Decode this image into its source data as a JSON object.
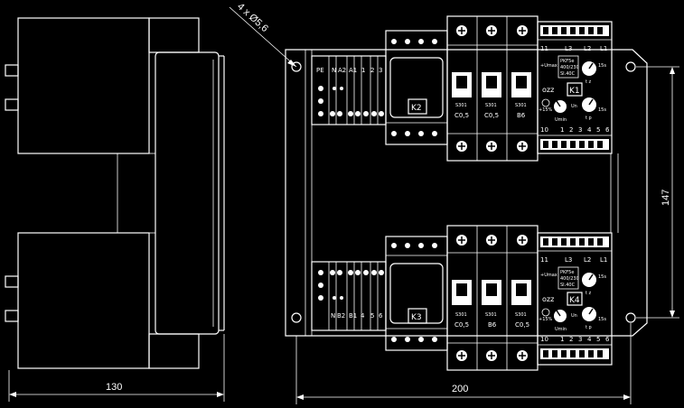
{
  "dimensions": {
    "depth": "130",
    "width": "200",
    "height": "147",
    "holes": "4 x Ø5,6"
  },
  "terminal_strip": {
    "top_labels": [
      "PE",
      "N",
      "A2",
      "A1",
      "1",
      "2",
      "3"
    ],
    "bottom_labels": [
      "N",
      "B2",
      "B1",
      "4",
      "5",
      "6"
    ]
  },
  "contactors": {
    "upper": "K2",
    "lower": "K3"
  },
  "breakers": {
    "upper": [
      {
        "model": "S301",
        "rating": "C0,5"
      },
      {
        "model": "S301",
        "rating": "C0,5"
      },
      {
        "model": "S301",
        "rating": "B6"
      }
    ],
    "lower": [
      {
        "model": "S301",
        "rating": "C0,5"
      },
      {
        "model": "S301",
        "rating": "B6"
      },
      {
        "model": "S301",
        "rating": "C0,5"
      }
    ]
  },
  "relays": {
    "upper": {
      "top_terminals": [
        "11",
        "L3",
        "L2",
        "L1"
      ],
      "model": "PKF5e",
      "voltage": "400/230",
      "sub": "SI.40C",
      "id": "K1",
      "umax": "+Umax",
      "umin": "Umin",
      "un": "Un",
      "tz": "t z",
      "tp": "t p",
      "pct": "+15%",
      "sec": "15s",
      "bottom_terminals": [
        "10",
        "1",
        "2",
        "3",
        "4",
        "5",
        "6"
      ]
    },
    "lower": {
      "top_terminals": [
        "11",
        "L3",
        "L2",
        "L1"
      ],
      "model": "PKF5e",
      "voltage": "400/230",
      "sub": "SI.40C",
      "id": "K4",
      "umax": "+Umax",
      "umin": "Umin",
      "un": "Un",
      "tz": "t z",
      "tp": "t p",
      "pct": "+15%",
      "sec": "15s",
      "bottom_terminals": [
        "10",
        "1",
        "2",
        "3",
        "4",
        "5",
        "6"
      ]
    }
  }
}
